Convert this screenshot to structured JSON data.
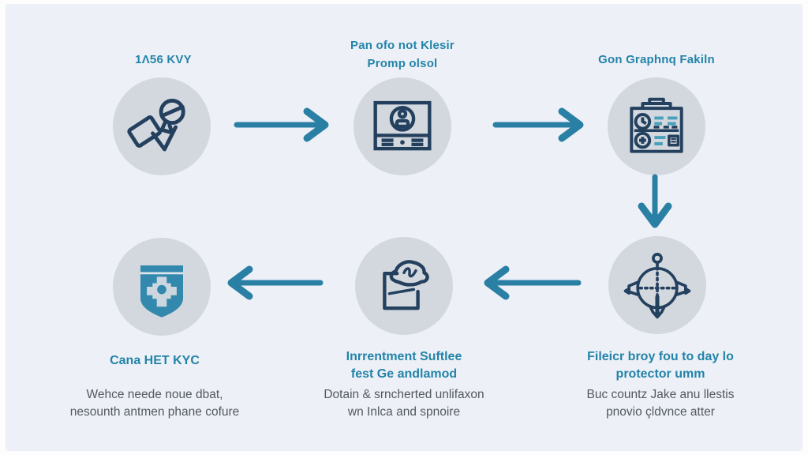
{
  "title": "Process flow infographic (six steps)",
  "colors": {
    "panel_bg": "#edf1f7",
    "circle_bg": "#d3d8de",
    "icon_stroke": "#24405f",
    "arrow_teal": "#2a80a4",
    "heading_teal": "#2383a8",
    "subtitle_gray": "#53585f",
    "shield_fill": "#3289ad",
    "accent_teal": "#4aa0ba"
  },
  "nodes": {
    "top_left": {
      "title": "1Λ56 KVY",
      "icon": "hand-stamp-icon"
    },
    "top_center": {
      "title1": "Pan ofo not Klesir",
      "title2": "Promp olsol",
      "icon": "id-card-icon"
    },
    "top_right": {
      "title": "Gon Graphnq Fakiln",
      "icon": "report-document-icon"
    },
    "bottom_right": {
      "title1": "Fileicr broy fou to day lo",
      "title2": "protector umm",
      "desc1": "Buc countz Jake anu llestis",
      "desc2": "pnovio çldvnce atter",
      "icon": "radar-gauge-icon"
    },
    "bottom_center": {
      "title1": "Inrrentment Suftlee",
      "title2": "fest Ge andlamod",
      "desc1": "Dotain & srncherted unlifaxon",
      "desc2": "wn Inlca and spnoire",
      "icon": "signed-document-icon"
    },
    "bottom_left": {
      "title": "Cana HET KYC",
      "desc1": "Wehce neede noue dbat,",
      "desc2": "nesounth antmen phane cofure",
      "icon": "shield-cross-icon"
    }
  },
  "arrows": [
    {
      "from": "top_left",
      "to": "top_center",
      "direction": "right"
    },
    {
      "from": "top_center",
      "to": "top_right",
      "direction": "right"
    },
    {
      "from": "top_right",
      "to": "bottom_right",
      "direction": "down"
    },
    {
      "from": "bottom_right",
      "to": "bottom_center",
      "direction": "left"
    },
    {
      "from": "bottom_center",
      "to": "bottom_left",
      "direction": "left"
    }
  ]
}
